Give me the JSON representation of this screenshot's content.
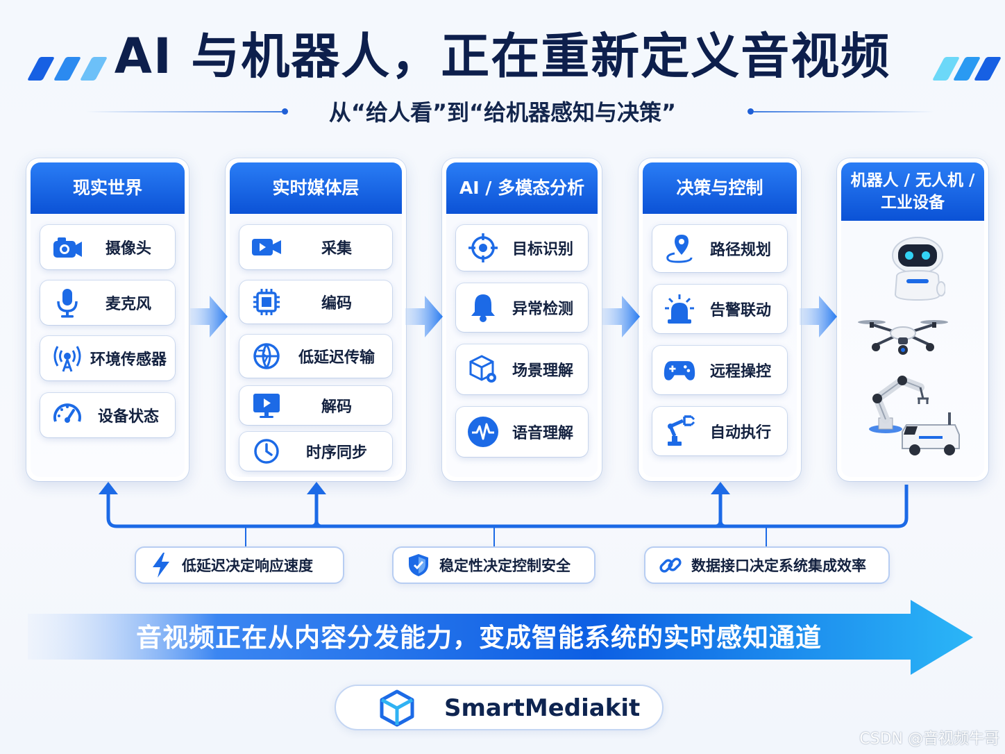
{
  "title": "AI 与机器人，正在重新定义音视频",
  "subtitle": "从“给人看”到“给机器感知与决策”",
  "columns": [
    {
      "header": "现实世界",
      "items": [
        {
          "label": "摄像头",
          "icon": "camera-icon"
        },
        {
          "label": "麦克风",
          "icon": "microphone-icon"
        },
        {
          "label": "环境传感器",
          "icon": "sensor-icon"
        },
        {
          "label": "设备状态",
          "icon": "gauge-icon"
        }
      ]
    },
    {
      "header": "实时媒体层",
      "items": [
        {
          "label": "采集",
          "icon": "video-camera-icon"
        },
        {
          "label": "编码",
          "icon": "chip-icon"
        },
        {
          "label": "低延迟传输",
          "icon": "globe-icon"
        },
        {
          "label": "解码",
          "icon": "monitor-play-icon"
        },
        {
          "label": "时序同步",
          "icon": "clock-icon"
        }
      ]
    },
    {
      "header": "AI / 多模态分析",
      "items": [
        {
          "label": "目标识别",
          "icon": "target-icon"
        },
        {
          "label": "异常检测",
          "icon": "bell-icon"
        },
        {
          "label": "场景理解",
          "icon": "cube-icon"
        },
        {
          "label": "语音理解",
          "icon": "waveform-icon"
        }
      ]
    },
    {
      "header": "决策与控制",
      "items": [
        {
          "label": "路径规划",
          "icon": "map-pin-icon"
        },
        {
          "label": "告警联动",
          "icon": "alarm-light-icon"
        },
        {
          "label": "远程操控",
          "icon": "gamepad-icon"
        },
        {
          "label": "自动执行",
          "icon": "robot-arm-icon"
        }
      ]
    },
    {
      "header": "机器人 / 无人机 / 工业设备",
      "header_lines": [
        "机器人 / 无人机 /",
        "工业设备"
      ],
      "images": [
        "robot-icon",
        "drone-icon",
        "industrial-arm-vehicle-icon"
      ]
    }
  ],
  "pills": [
    {
      "label": "低延迟决定响应速度",
      "icon": "lightning-icon"
    },
    {
      "label": "稳定性决定控制安全",
      "icon": "shield-icon"
    },
    {
      "label": "数据接口决定系统集成效率",
      "icon": "link-icon"
    }
  ],
  "banner": "音视频正在从内容分发能力，变成智能系统的实时感知通道",
  "brand": {
    "name": "SmartMediakit",
    "icon": "cube-logo-icon"
  },
  "watermark": "CSDN @音视频牛哥",
  "colors": {
    "primary": "#1c6ae6",
    "header_top": "#2a7df5",
    "header_bottom": "#0b52d6",
    "title": "#0d1f4c"
  }
}
